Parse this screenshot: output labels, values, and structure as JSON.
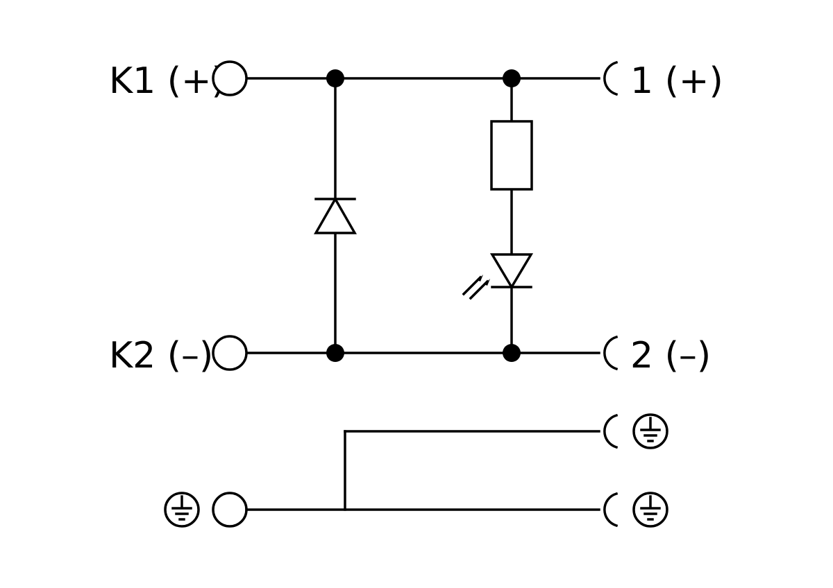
{
  "diagram": {
    "terminals": {
      "k1": "K1 (+)",
      "k2": "K2 (–)",
      "out1": "1 (+)",
      "out2": "2 (–)"
    },
    "components": [
      "diode-icon",
      "resistor-icon",
      "led-icon",
      "ground-icon"
    ],
    "colors": {
      "line": "#000000",
      "background": "#ffffff"
    }
  }
}
